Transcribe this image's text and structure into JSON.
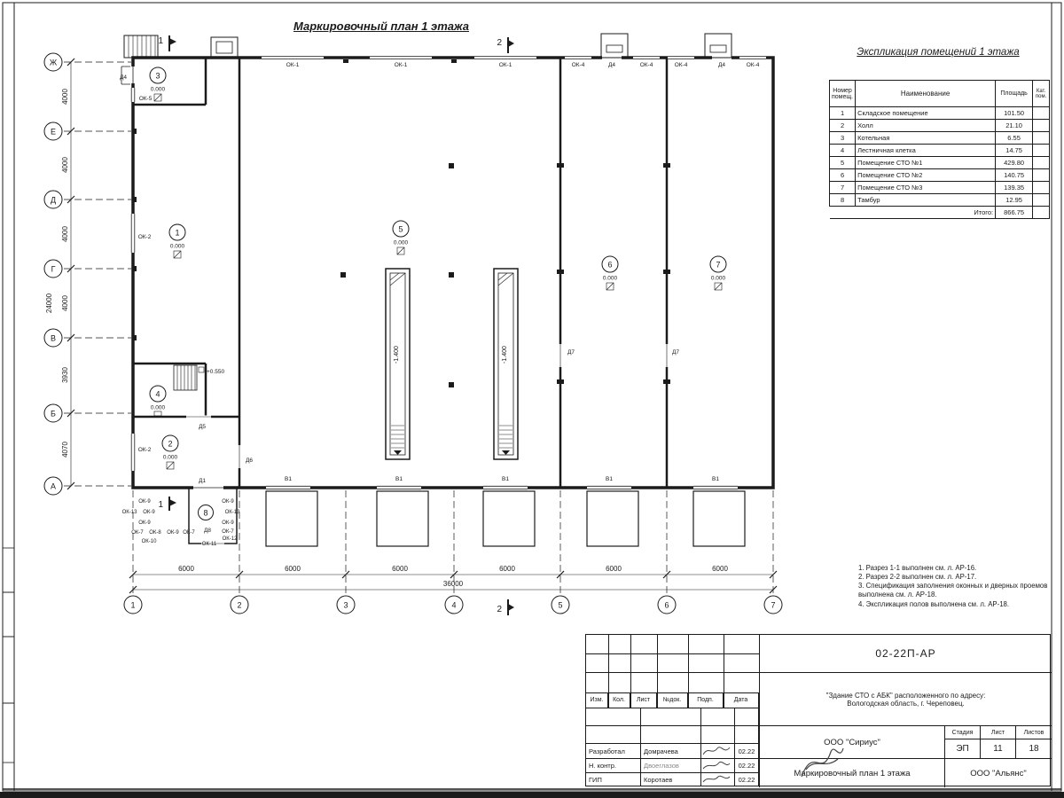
{
  "titles": {
    "plan": "Маркировочный план 1 этажа",
    "explication": "Экспликация помещений 1 этажа"
  },
  "axes": {
    "rows": [
      "Ж",
      "Е",
      "Д",
      "Г",
      "В",
      "Б",
      "А"
    ],
    "cols": [
      "1",
      "2",
      "3",
      "4",
      "5",
      "6",
      "7"
    ]
  },
  "dims": {
    "left": [
      "4000",
      "4000",
      "4000",
      "4000",
      "3930",
      "4070"
    ],
    "left_total": "24000",
    "bottom": [
      "6000",
      "6000",
      "6000",
      "6000",
      "6000",
      "6000"
    ],
    "bottom_total": "36000"
  },
  "sections": {
    "one": "1",
    "two": "2"
  },
  "rooms": [
    {
      "num": "1",
      "elev": "0.000"
    },
    {
      "num": "2",
      "elev": "0.000"
    },
    {
      "num": "3",
      "elev": "0.000"
    },
    {
      "num": "4",
      "elev": "0.000"
    },
    {
      "num": "5",
      "elev": "0.000"
    },
    {
      "num": "6",
      "elev": "0.000"
    },
    {
      "num": "7",
      "elev": "0.000"
    },
    {
      "num": "8"
    }
  ],
  "marks": {
    "stair": "+0.550",
    "pit": "-1.400"
  },
  "openings": {
    "top": [
      "ОК-1",
      "ОК-1",
      "ОК-1",
      "ОК-4",
      "Д4",
      "ОК-4",
      "ОК-4",
      "Д4",
      "ОК-4"
    ],
    "left_door": "Д4",
    "ok5": "ОК-5",
    "ok2a": "ОК-2",
    "ok2b": "ОК-2",
    "d5": "Д5",
    "d6": "Д6",
    "d1": "Д1",
    "d8": "Д8",
    "d7a": "Д7",
    "d7b": "Д7",
    "gates": [
      "В1",
      "В1",
      "В1",
      "В1",
      "В1"
    ],
    "tambour": [
      "ОК-9",
      "ОК-13",
      "ОК-9",
      "ОК-9",
      "ОК-7",
      "ОК-8",
      "ОК-9",
      "ОК-7",
      "ОК-10",
      "ОК-9",
      "ОК-13",
      "ОК-9",
      "ОК-7",
      "ОК-12",
      "ОК-11"
    ]
  },
  "explication": {
    "header": {
      "num1": "Номер",
      "num2": "помещ.",
      "name": "Наименование",
      "area": "Площадь",
      "cat1": "Кат.",
      "cat2": "пом."
    },
    "rows": [
      {
        "n": "1",
        "name": "Складское помещение",
        "area": "101.50"
      },
      {
        "n": "2",
        "name": "Холл",
        "area": "21.10"
      },
      {
        "n": "3",
        "name": "Котельная",
        "area": "6.55"
      },
      {
        "n": "4",
        "name": "Лестничная клетка",
        "area": "14.75"
      },
      {
        "n": "5",
        "name": "Помещение СТО №1",
        "area": "429.80"
      },
      {
        "n": "6",
        "name": "Помещение СТО №2",
        "area": "140.75"
      },
      {
        "n": "7",
        "name": "Помещение СТО №3",
        "area": "139.35"
      },
      {
        "n": "8",
        "name": "Тамбур",
        "area": "12.95"
      }
    ],
    "total_label": "Итого:",
    "total_value": "866.75"
  },
  "notes": [
    "1. Разрез 1-1 выполнен см. л. АР-16.",
    "2. Разрез 2-2 выполнен см. л. АР-17.",
    "3. Спецификация заполнения оконных и дверных проемов выполнена см. л. АР-18.",
    "4. Экспликация полов выполнена см. л. АР-18."
  ],
  "stamp": {
    "doc": "02-22П-АР",
    "object_line1": "\"Здание СТО с АБК\" расположенного по адресу:",
    "object_line2": "Вологодская область, г. Череповец.",
    "headers": [
      "Изм.",
      "Кол.",
      "Лист",
      "№док.",
      "Подп.",
      "Дата"
    ],
    "people": [
      {
        "role": "Разработал",
        "name": "Домрачева",
        "date": "02.22"
      },
      {
        "role": "Н. контр.",
        "name": "Двоеглазов",
        "date": "02.22"
      },
      {
        "role": "ГИП",
        "name": "Коротаев",
        "date": "02.22"
      }
    ],
    "org": "ООО \"Сириус\"",
    "org2": "ООО \"Альянс\"",
    "stage_h": "Стадия",
    "sheet_h": "Лист",
    "sheets_h": "Листов",
    "stage": "ЭП",
    "sheet": "11",
    "sheets": "18",
    "title": "Маркировочный план 1 этажа"
  }
}
